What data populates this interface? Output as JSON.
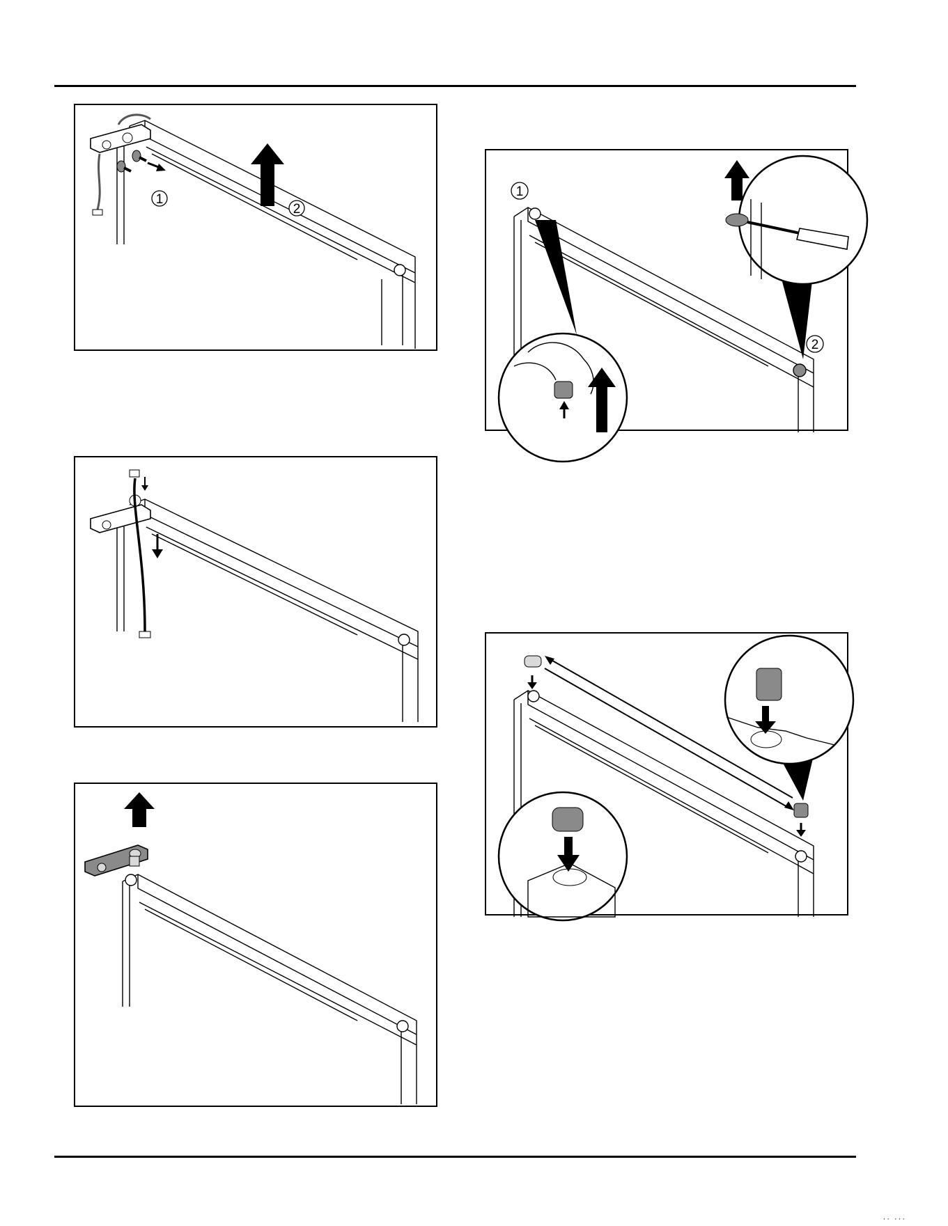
{
  "figures": {
    "fig1": {
      "callouts": [
        "1",
        "2"
      ]
    },
    "fig2": {
      "callouts": []
    },
    "fig3": {
      "callouts": []
    },
    "fig4": {
      "callouts": [
        "1",
        "2"
      ]
    },
    "fig5": {
      "callouts": []
    }
  },
  "footer": {
    "corner_mark": "·· ···"
  },
  "colors": {
    "line": "#000000",
    "gray_part": "#8a8a8a",
    "light_gray": "#d9d9d9"
  }
}
